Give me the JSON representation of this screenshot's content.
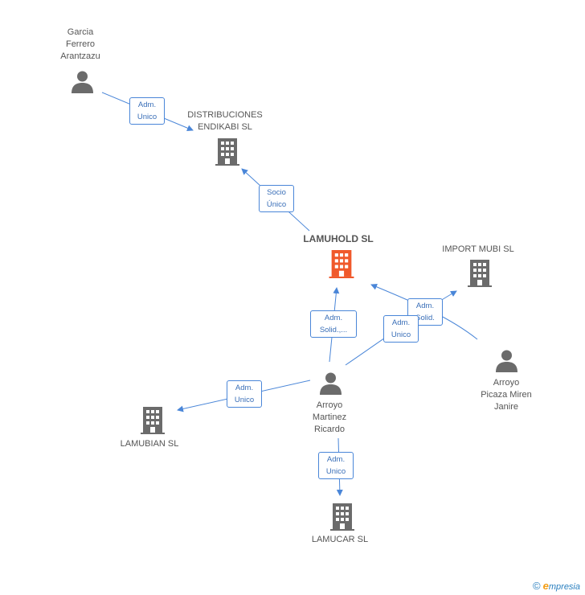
{
  "nodes": {
    "garcia": {
      "label": "Garcia\nFerrero\nArantzazu",
      "type": "person"
    },
    "distribuciones": {
      "label": "DISTRIBUCIONES\nENDIKABI SL",
      "type": "company"
    },
    "lamuhold": {
      "label": "LAMUHOLD SL",
      "type": "company-main"
    },
    "import_mubi": {
      "label": "IMPORT MUBI SL",
      "type": "company"
    },
    "picaza": {
      "label": "Arroyo\nPicaza Miren\nJanire",
      "type": "person"
    },
    "martinez": {
      "label": "Arroyo\nMartinez\nRicardo",
      "type": "person"
    },
    "lamubian": {
      "label": "LAMUBIAN SL",
      "type": "company"
    },
    "lamucar": {
      "label": "LAMUCAR SL",
      "type": "company"
    }
  },
  "relations": {
    "garcia_distribuciones": "Adm.\nUnico",
    "lamuhold_distribuciones": "Socio\nÚnico",
    "martinez_lamuhold": "Adm.\nSolid.,...",
    "picaza_lamuhold": "Adm.\nSolid.",
    "martinez_import": "Adm.\nUnico",
    "martinez_lamubian": "Adm.\nUnico",
    "martinez_lamucar": "Adm.\nUnico"
  },
  "colors": {
    "edge": "#4a86d8",
    "company": "#6b6b6b",
    "main": "#f0592b",
    "person": "#6b6b6b"
  },
  "footer": {
    "copyright": "©",
    "brand_e": "e",
    "brand_rest": "mpresia"
  }
}
